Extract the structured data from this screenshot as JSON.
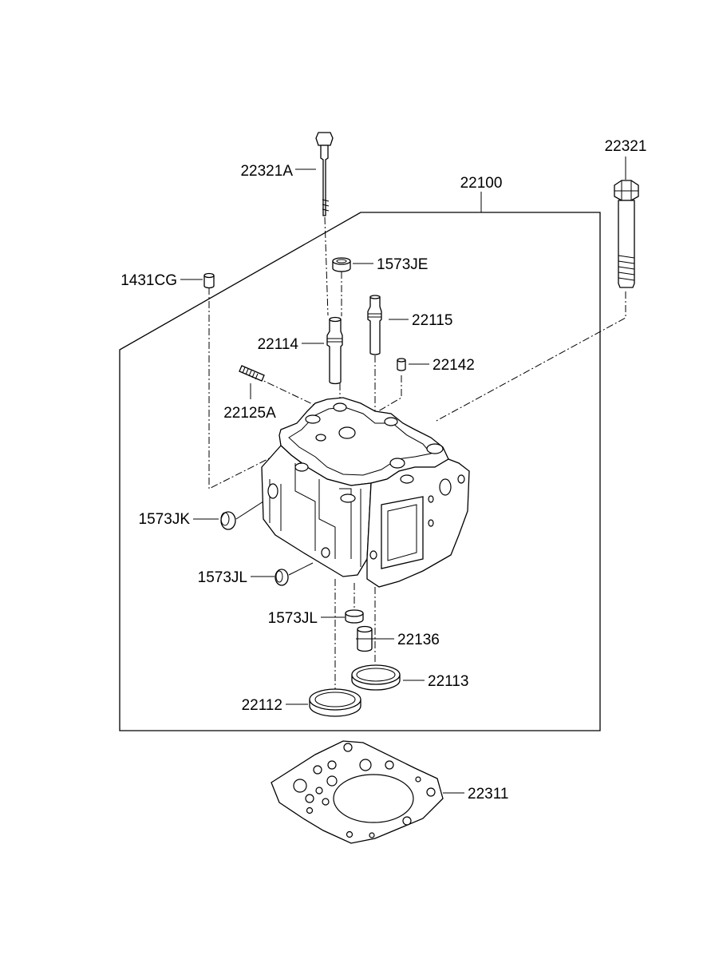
{
  "diagram": {
    "labels": {
      "bolt_22321A": "22321A",
      "assy_22100": "22100",
      "bolt_22321": "22321",
      "seal_1573JE": "1573JE",
      "pin_1431CG": "1431CG",
      "guide_22115": "22115",
      "guide_22114": "22114",
      "pin_22142": "22142",
      "stud_22125A": "22125A",
      "plug_1573JK": "1573JK",
      "plug_1573JL_side": "1573JL",
      "plug_1573JL_bottom": "1573JL",
      "part_22136": "22136",
      "ring_22113": "22113",
      "ring_22112": "22112",
      "gasket_22311": "22311"
    }
  }
}
